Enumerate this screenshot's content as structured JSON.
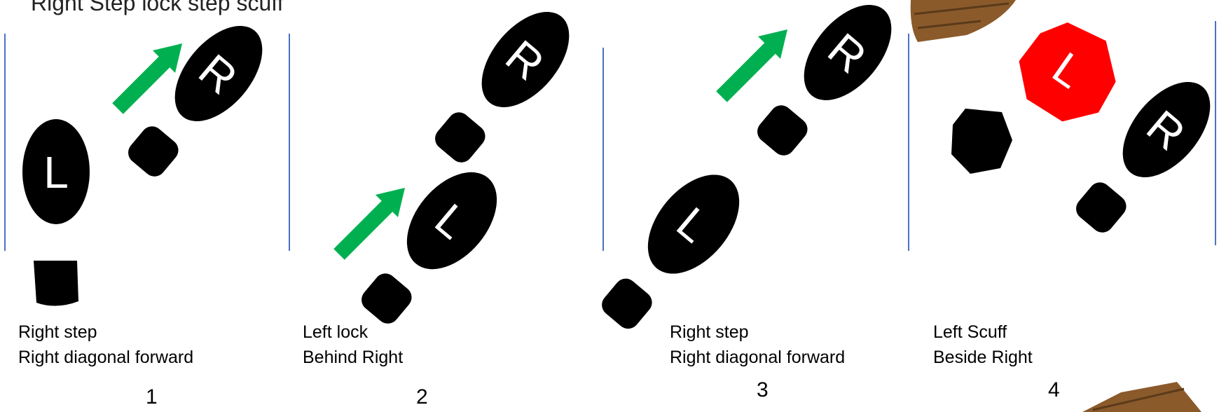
{
  "slide": {
    "title": "Right Step lock step scuff",
    "panels": [
      {
        "number": "1",
        "caption_line1": "Right step",
        "caption_line2": "Right diagonal forward"
      },
      {
        "number": "2",
        "caption_line1": "Left lock",
        "caption_line2": "Behind Right"
      },
      {
        "number": "3",
        "caption_line1": "Right step",
        "caption_line2": "Right  diagonal forward"
      },
      {
        "number": "4",
        "caption_line1": "Left Scuff",
        "caption_line2": "Beside Right"
      }
    ],
    "footprint_letters": {
      "left": "L",
      "right": "R"
    },
    "colors": {
      "footprint": "#000000",
      "arrow": "#00b050",
      "scuff_highlight": "#ff0000",
      "divider": "#4a72c4",
      "broom": "#8b5a2b"
    },
    "icons": [
      "footprint-icon",
      "arrow-icon",
      "broom-icon"
    ]
  }
}
